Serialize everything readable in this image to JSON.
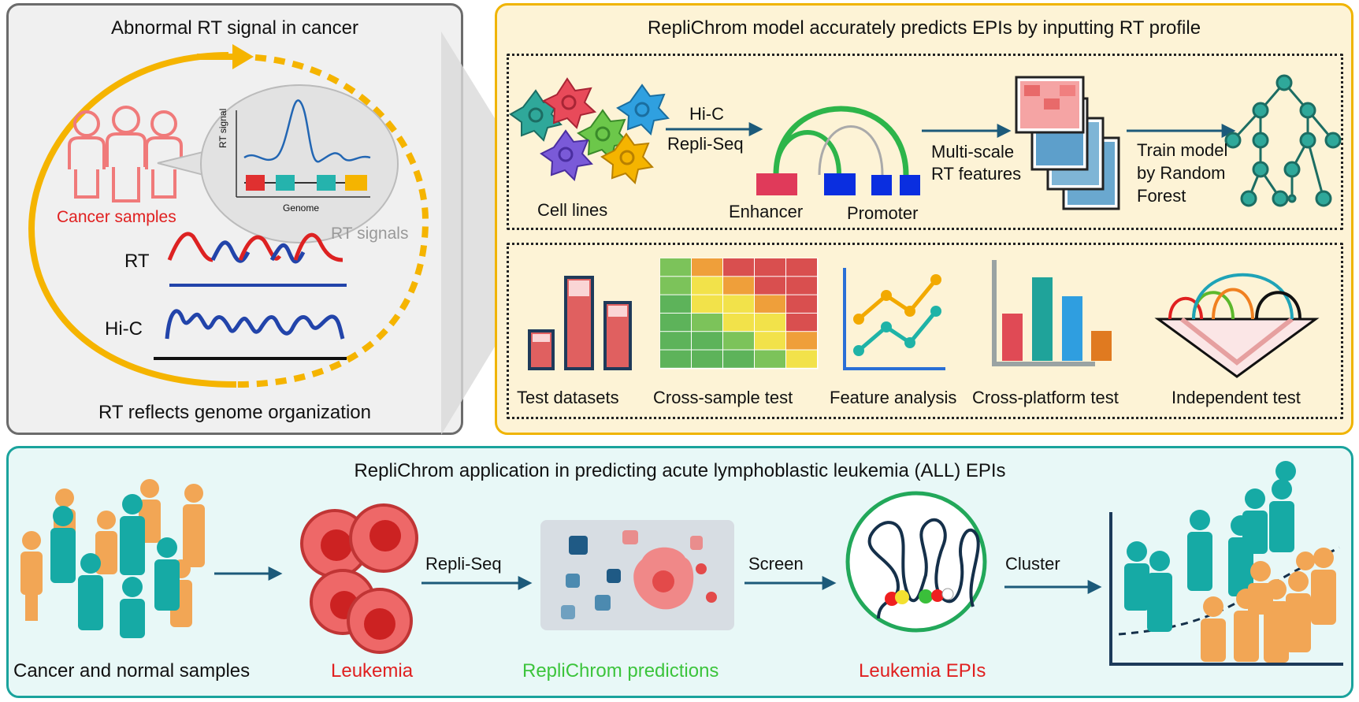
{
  "panel_left": {
    "title": "Abnormal RT signal in cancer",
    "footer": "RT reflects genome organization",
    "cancer_samples_label": "Cancer samples",
    "rt_signals_label": "RT signals",
    "rt_label": "RT",
    "hic_label": "Hi-C",
    "inset_ylabel": "RT signal",
    "inset_xlabel": "Genome"
  },
  "panel_top": {
    "title": "RepliChrom model accurately predicts EPIs by inputting RT profile",
    "cell_lines": "Cell lines",
    "arrow1_top": "Hi-C",
    "arrow1_bottom": "Repli-Seq",
    "enhancer": "Enhancer",
    "promoter": "Promoter",
    "features_line1": "Multi-scale",
    "features_line2": "RT features",
    "train_line1": "Train model",
    "train_line2": "by Random",
    "train_line3": "Forest",
    "tests": [
      "Test datasets",
      "Cross-sample test",
      "Feature analysis",
      "Cross-platform test",
      "Independent test"
    ]
  },
  "panel_bottom": {
    "title": "RepliChrom application in predicting acute lymphoblastic leukemia (ALL) EPIs",
    "samples": "Cancer and normal samples",
    "leukemia": "Leukemia",
    "arrow_repliseq": "Repli-Seq",
    "predictions": "RepliChrom predictions",
    "arrow_screen": "Screen",
    "leukemia_epis": "Leukemia EPIs",
    "arrow_cluster": "Cluster"
  },
  "colors": {
    "orange": "#f5b400",
    "teal": "#1aa39d",
    "red_text": "#e02020",
    "green_text": "#3cc43c",
    "arrow": "#1c5a7a"
  }
}
